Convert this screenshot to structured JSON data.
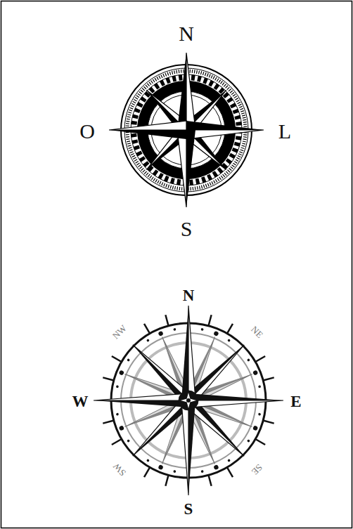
{
  "diagram": {
    "labels": [
      "N",
      "O",
      "L",
      "S",
      "N",
      "NW",
      "NE",
      "W",
      "E",
      "SW",
      "SE",
      "S"
    ]
  }
}
